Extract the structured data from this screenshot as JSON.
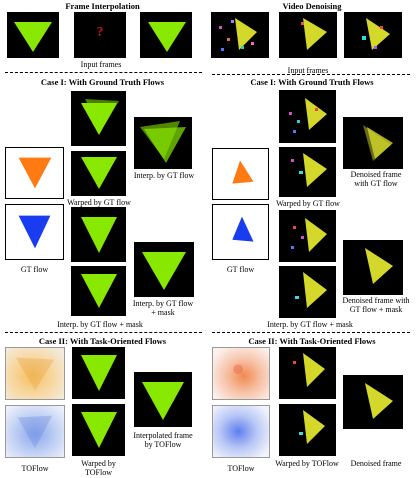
{
  "left": {
    "title": "Frame Interpolation",
    "input_caption": "Input frames",
    "input_placeholder": "?",
    "case1_title": "Case I: With Ground Truth Flows",
    "warped_gt": "Warped by GT flow",
    "interp_gt": "Interp. by GT flow",
    "gt_flow": "GT flow",
    "interp_gt_mask_bottom": "Interp. by GT flow + mask",
    "interp_gt_mask_right": "Interp. by GT flow + mask",
    "case2_title": "Case II: With Task-Oriented Flows",
    "toflow": "TOFlow",
    "warped_toflow": "Warped by TOFlow",
    "interpolated_toflow": "Interpolated frame by TOFlow"
  },
  "right": {
    "title": "Video Denoising",
    "input_caption": "Input frames",
    "case1_title": "Case I: With Ground Truth Flows",
    "warped_gt": "Warped by GT flow",
    "denoised_gt": "Denoised frame with GT flow",
    "gt_flow": "GT flow",
    "interp_gt_mask_bottom": "Interp. by GT flow + mask",
    "denoised_gt_mask": "Denoised frame with GT flow + mask",
    "case2_title": "Case II: With Task-Oriented Flows",
    "toflow": "TOFlow",
    "warped_toflow": "Warped by TOFlow",
    "denoised": "Denoised frame"
  },
  "colors": {
    "green_triangle": "#88e800",
    "yellow_triangle": "#d4d82a",
    "orange_flow": "#ff7a12",
    "blue_flow": "#1a3cf0",
    "placeholder_red": "#cc1111"
  }
}
